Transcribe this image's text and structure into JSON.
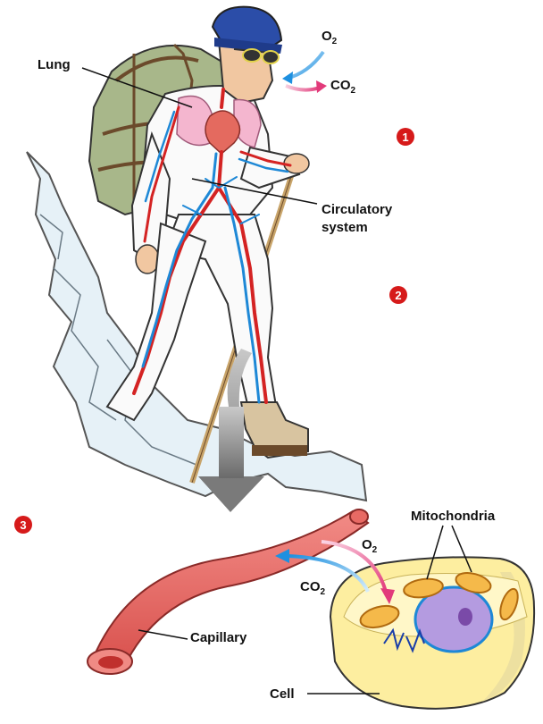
{
  "labels": {
    "lung": "Lung",
    "o2_top": "O",
    "o2_top_sub": "2",
    "co2_top": "CO",
    "co2_top_sub": "2",
    "circulatory_line1": "Circulatory",
    "circulatory_line2": "system",
    "mitochondria": "Mitochondria",
    "o2_bottom": "O",
    "o2_bottom_sub": "2",
    "co2_bottom": "CO",
    "co2_bottom_sub": "2",
    "capillary": "Capillary",
    "cell": "Cell"
  },
  "markers": {
    "m1": "1",
    "m2": "2",
    "m3": "3"
  },
  "colors": {
    "marker": "#d61a1a",
    "artery": "#d42323",
    "vein": "#1e88d6",
    "capillary": "#e8605f",
    "cell": "#fdeea0",
    "nucleus": "#b49be0",
    "mitochondria": "#f5b94a",
    "o2_arrow": "#1e90e0",
    "co2_arrow": "#e23a7a"
  }
}
